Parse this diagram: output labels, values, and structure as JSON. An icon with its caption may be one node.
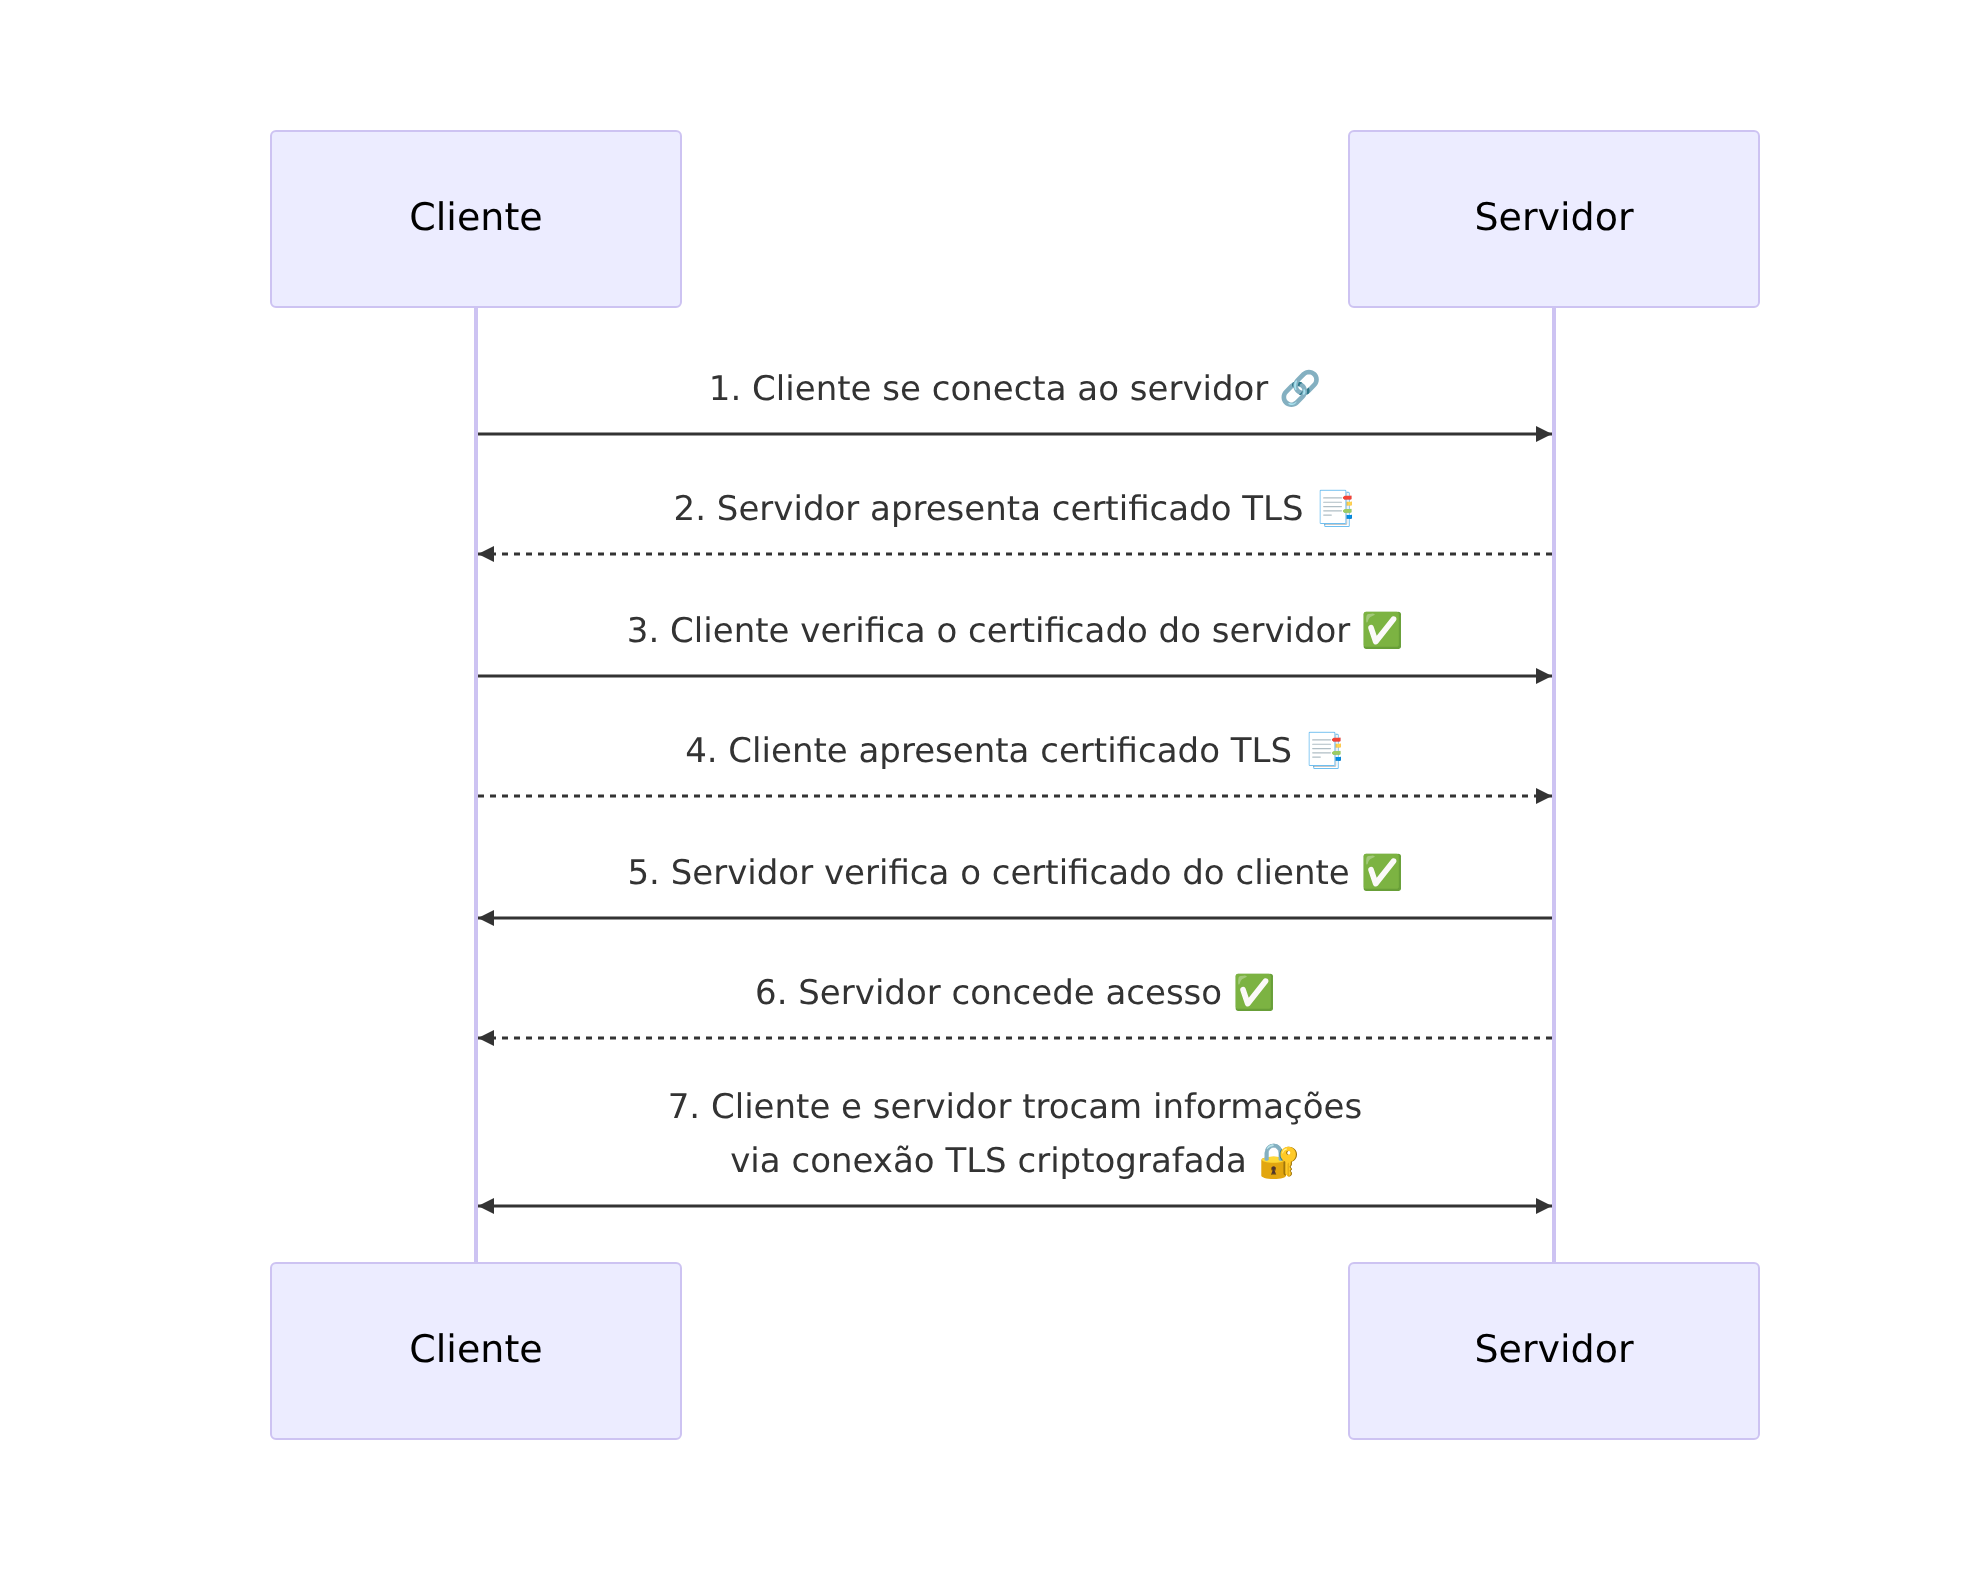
{
  "diagram": {
    "nodes": [
      {
        "text": [
          "Cliente"
        ]
      },
      {
        "text": [
          "Servidor"
        ]
      },
      {
        "text": [],
        "shape": "bar"
      },
      {
        "text": [],
        "shape": "bar"
      },
      {
        "text": [
          "Cliente"
        ]
      },
      {
        "text": [
          "Servidor"
        ]
      }
    ],
    "edges": [
      {
        "from": 2,
        "to": 3,
        "arrow": "to",
        "label": "1. Cliente se conecta ao servidor 🔗"
      },
      {
        "from": 3,
        "to": 2,
        "arrow": "to",
        "label": "2. Servidor apresenta certificado TLS 📑",
        "style": "dashed"
      },
      {
        "from": 2,
        "to": 3,
        "arrow": "to",
        "label": "3. Cliente verifica o certificado do servidor ✅"
      },
      {
        "from": 2,
        "to": 3,
        "arrow": "to",
        "label": "4. Cliente apresenta certificado TLS 📑",
        "style": "dashed"
      },
      {
        "from": 3,
        "to": 2,
        "arrow": "to",
        "label": "5. Servidor verifica o certificado do cliente ✅"
      },
      {
        "from": 3,
        "to": 2,
        "arrow": "to",
        "label": "6. Servidor concede acesso ✅",
        "style": "dashed"
      },
      {
        "from": 2,
        "to": 3,
        "arrow": "both",
        "label": "7. Cliente e servidor trocam informações via conexão TLS criptografada 🔐"
      }
    ]
  }
}
